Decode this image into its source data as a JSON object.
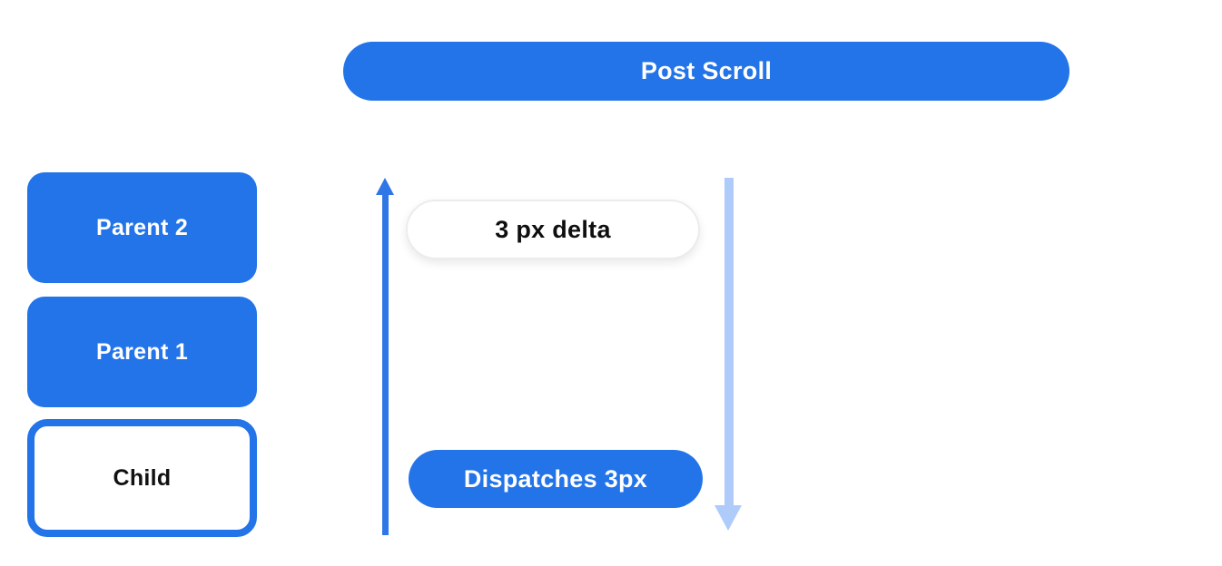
{
  "diagram": {
    "banner": {
      "label": "Post Scroll"
    },
    "stack": {
      "parent2": {
        "label": "Parent 2",
        "style": "filled"
      },
      "parent1": {
        "label": "Parent 1",
        "style": "filled"
      },
      "child": {
        "label": "Child",
        "style": "outlined"
      }
    },
    "flow": {
      "delta_pill": {
        "label": "3 px delta"
      },
      "dispatch_pill": {
        "label": "Dispatches 3px"
      },
      "up_arrow": {
        "icon": "arrow-up",
        "direction": "up",
        "color": "#2f76e6"
      },
      "down_arrow": {
        "icon": "arrow-down",
        "direction": "down",
        "color": "#aecbfa"
      }
    },
    "colors": {
      "primary_blue": "#2374e8",
      "light_blue": "#aecbfa",
      "pill_border": "#ececec",
      "text_on_blue": "#ffffff",
      "text_dark": "#0f0f0f",
      "background": "#ffffff"
    }
  }
}
